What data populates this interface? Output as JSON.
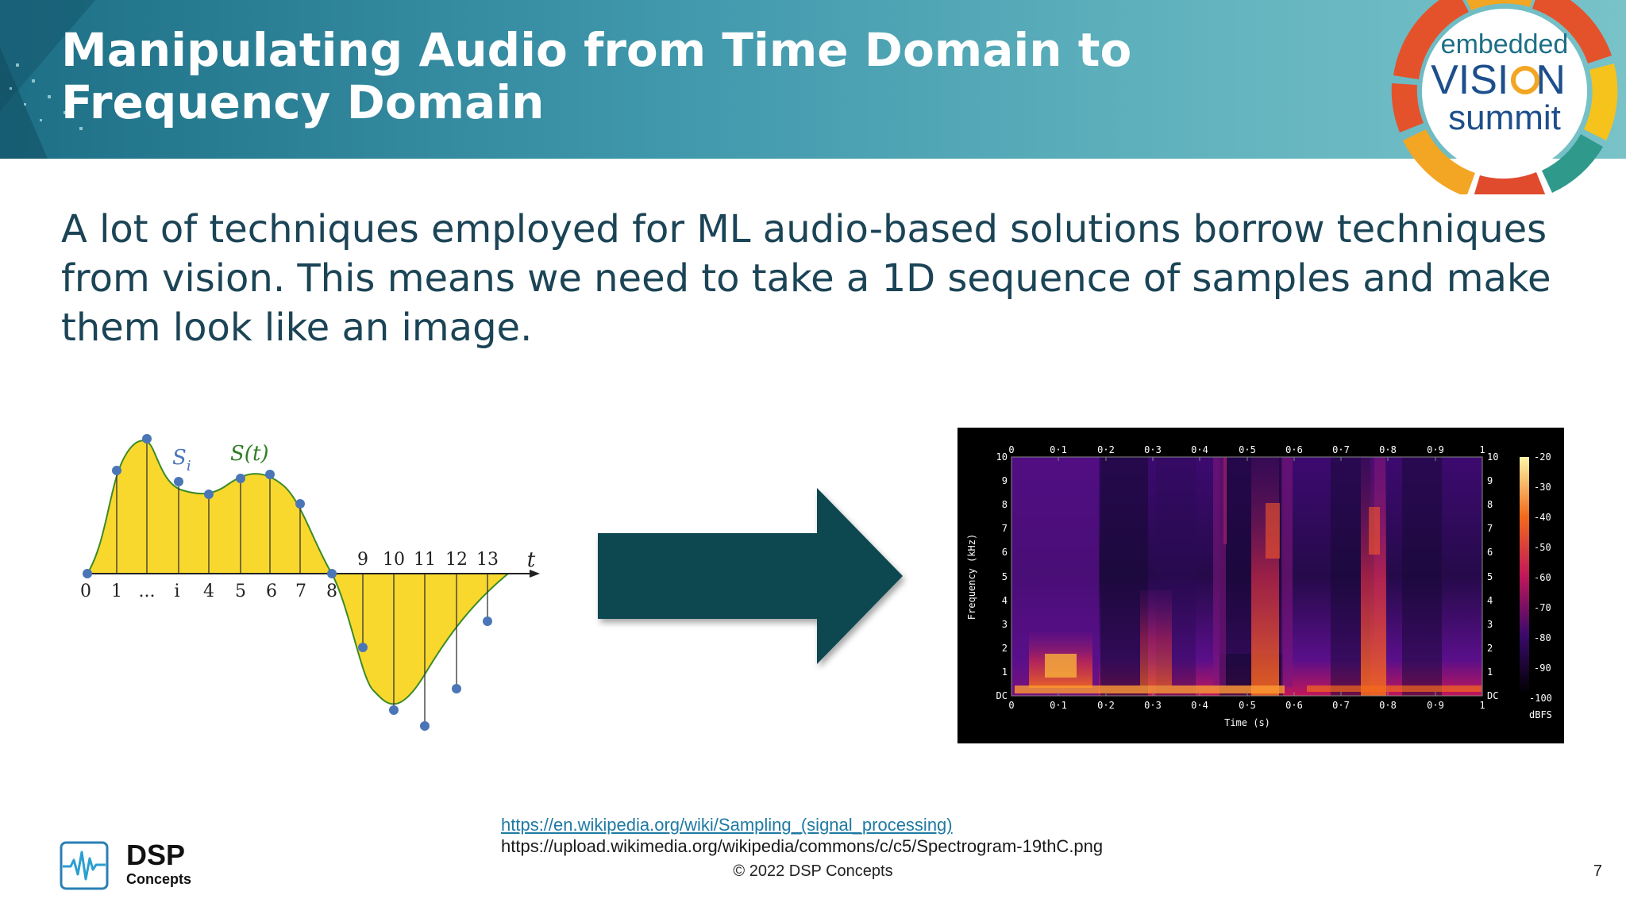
{
  "slide": {
    "title": "Manipulating Audio from Time Domain to Frequency Domain",
    "body": "A lot of techniques employed for ML audio-based solutions borrow techniques from vision. This means we need to take a 1D sequence of samples and make them look like an image.",
    "page_number": "7",
    "copyright": "© 2022 DSP Concepts"
  },
  "logo": {
    "line1": "embedded",
    "line2a": "VISI",
    "line2b": "N",
    "line3": "summit"
  },
  "company_logo": {
    "name": "DSP",
    "sub": "Concepts"
  },
  "references": {
    "link": "https://en.wikipedia.org/wiki/Sampling_(signal_processing)",
    "text": "https://upload.wikimedia.org/wikipedia/commons/c/c5/Spectrogram-19thC.png"
  },
  "waveform": {
    "tick_labels_above": [
      "9",
      "10",
      "11",
      "12",
      "13"
    ],
    "tick_labels_below": [
      "0",
      "1",
      "...",
      "i",
      "4",
      "5",
      "6",
      "7",
      "8"
    ],
    "axis_label": "t",
    "sample_label": "S",
    "sample_subscript": "i",
    "signal_label": "S(t)",
    "fill_color": "#f9d82e",
    "line_color": "#3d8a27",
    "dot_color": "#4a76b8"
  },
  "spectrogram": {
    "x_ticks": [
      "0",
      "0·1",
      "0·2",
      "0·3",
      "0·4",
      "0·5",
      "0·6",
      "0·7",
      "0·8",
      "0·9",
      "1"
    ],
    "y_ticks": [
      "DC",
      "1",
      "2",
      "3",
      "4",
      "5",
      "6",
      "7",
      "8",
      "9",
      "10"
    ],
    "xlabel": "Time (s)",
    "ylabel": "Frequency (kHz)",
    "colorbar_ticks": [
      "-20",
      "-30",
      "-40",
      "-50",
      "-60",
      "-70",
      "-80",
      "-90",
      "-100"
    ],
    "colorbar_unit": "dBFS"
  },
  "colors": {
    "header_dark": "#1d6f86",
    "header_light": "#78c2c8",
    "body_text": "#1b4456",
    "arrow": "#0e4650",
    "link": "#1f7aa3"
  }
}
